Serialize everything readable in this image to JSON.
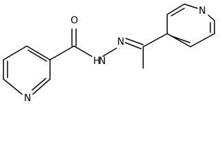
{
  "atoms": {
    "oxygen": "O",
    "hydrazide_nh": "N",
    "hydrazide_h": "H",
    "imine_n": "N",
    "pyridine_left_n": "N",
    "pyridine_right_n": "N"
  },
  "colors": {
    "bond": "#000000",
    "label": "#000000",
    "background": "#ffffff"
  }
}
